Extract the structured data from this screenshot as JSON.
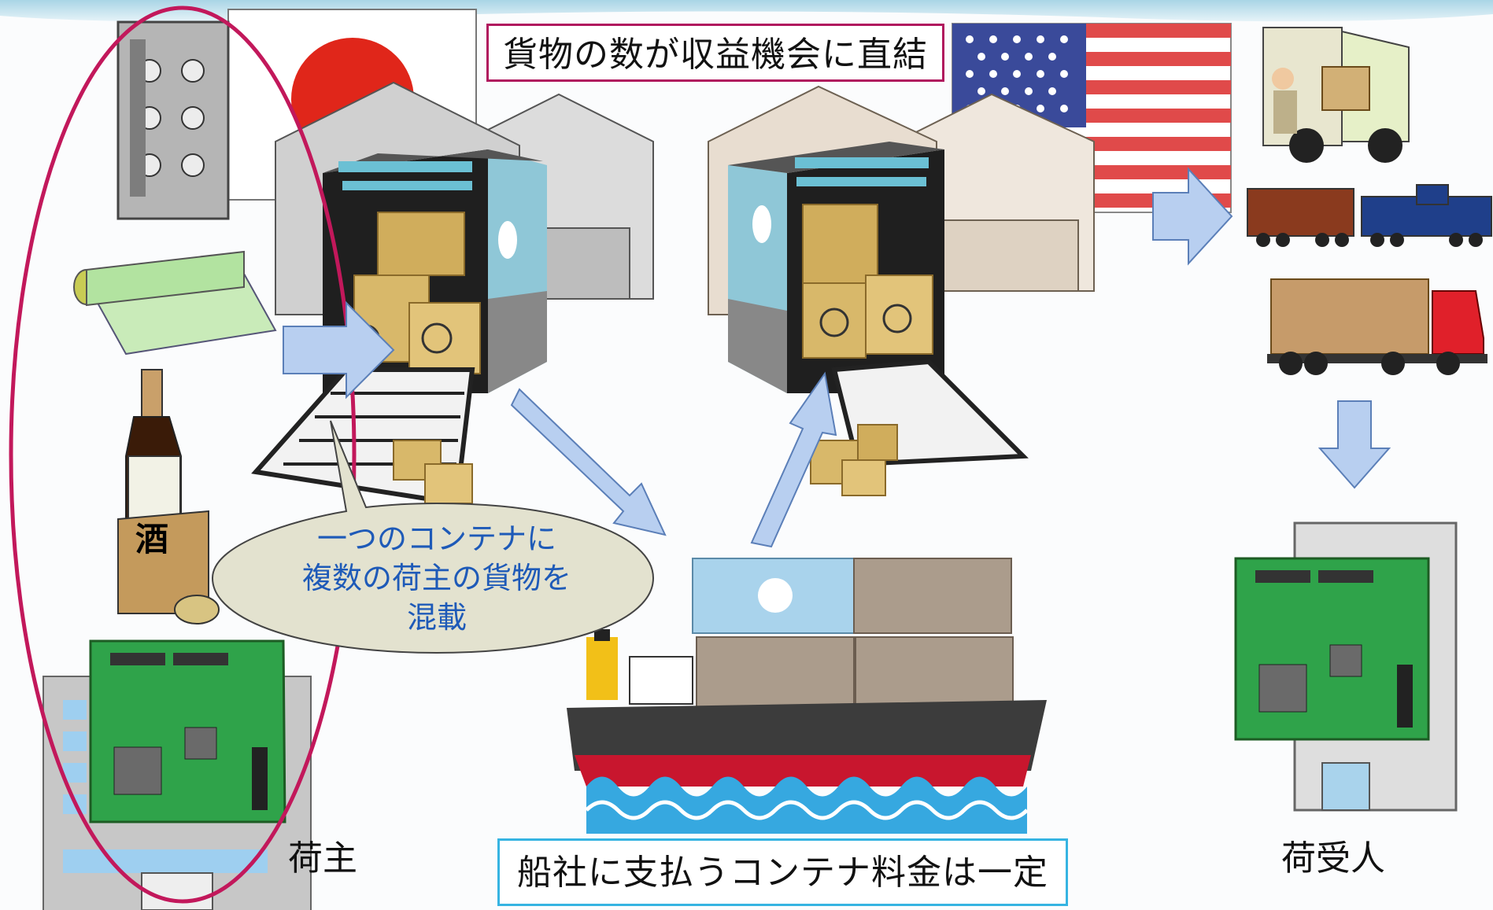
{
  "top_label": "貨物の数が収益機会に直結",
  "bottom_label": "船社に支払うコンテナ料金は一定",
  "bubble": {
    "lines": [
      "一つのコンテナに",
      "複数の荷主の貨物を",
      "混載"
    ]
  },
  "shipper_label": "荷主",
  "consignee_label": "荷受人",
  "sake_label": "酒",
  "colors": {
    "header_band": "#b8dcea",
    "ellipse": "#c2185b",
    "arrow_fill": "#b8cff0",
    "arrow_stroke": "#5b7fb8",
    "bubble_fill": "#e3e2cf",
    "bubble_text": "#1e5ab8",
    "top_box_border": "#b0175e",
    "bottom_box_border": "#36b4e2",
    "box_cargo": "#d8b86a",
    "ship_hull": "#3c3c3c",
    "ship_red": "#c8162e",
    "wave": "#36a8e0"
  }
}
